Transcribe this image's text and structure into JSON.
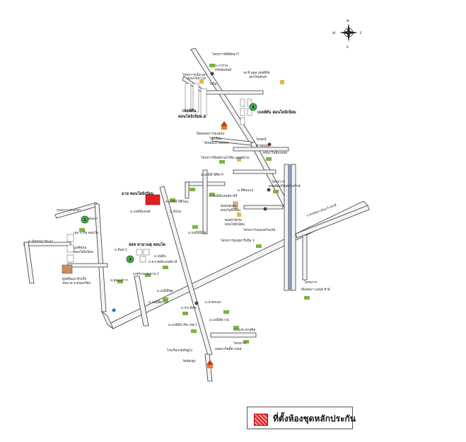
{
  "compass": {
    "n": "N",
    "s": "S",
    "e": "E",
    "w": "W"
  },
  "legend": {
    "label": "ที่ตั้งห้องชุดหลักประกัน",
    "color": "#e02020"
  },
  "markers": {
    "one": "1",
    "two": "2",
    "three": "3"
  },
  "labels": {
    "l01": "โครงการธิติพัทธาวี",
    "l02": "ม.ภาราล",
    "l03": "ทรัพย์อนันต์",
    "l04": "โครงการเอ็มเอลา",
    "l05": "คอนโดทาวน์",
    "l06": "เค.ที.พลูส เฮลท์ทิช",
    "l07": "อพาร์ทเม้นท์",
    "l08": "วิปไอ",
    "l09": "เบลล์ตัน",
    "l10": "คอนโดมิเนียม 2",
    "l11": "เบลล์ตัน คอนโดมิเนียม",
    "l12": "มิดคอนพ่าวรองสอน",
    "l13": "โรงเรียน",
    "l14": "วัดหอมเท่าสอยหง",
    "l15": "ไขสุพนี",
    "l16": "ค้าขุดนม",
    "l17": "คลีนาวินสิ่งแพทย",
    "l18": "โครงการปิยพ์สวนกัวพืน แอนด์ทาม",
    "l19": "ม.แฟมิลี่ พิศิษาร",
    "l20": "ม.ลีพิมมแป",
    "l21": "โครงการ",
    "l22": "ดอนพัฒน์วิมลบ้านรักษ์",
    "l23": "ม.แฟมิลี่แลนต์พาลั่ร์",
    "l24": "ม.แฟมิลี่ พิศิโฉน",
    "l25": "มาย คอนโดมิเนียม",
    "l26": "ม.แฟมิลี่แลนด์",
    "l27": "1,402ม.",
    "l28": "ซอยปลงคน",
    "l29": "คอนโดมิเนียม",
    "l30": "ซอยทามิเรย",
    "l31": "คอนโดมิเนียม",
    "l32": "โครงการบุปแอสโตเมีย",
    "l33": "ม.แฟมิลี่นิภิธ",
    "l34": "โครงการทุนทุหาริงมือ 3",
    "l35": "ถนนบาง ศาลายา",
    "l36": "ลอนนา",
    "l37": "เลอ ปารีส คอนโด",
    "l38": "ถ.วัมหกนาวชะนา",
    "l39": "บูนซ์ทุมน",
    "l40": "คอนโดมิเนียม",
    "l41": "ศูนย์พัฒนาตัวเด็ก",
    "l42": "ฟพบาล อ.ตนมปริศง",
    "l43": "ลลล ทามวนตุ คอนโด",
    "l44": "ม.อินุช 5",
    "l45": "ม.ดาเรดด์แลนด์พาส์",
    "l46": "ม.ปุ่นพิน",
    "l47": "เพชรเกม ซ.หาน 2",
    "l48": "ม.ธูพอ.ด้าวา",
    "l49": "ม.แฟมิลี่ชุด",
    "l50": "ม.แฟมิลี่ปาร์ค",
    "l51": "ม.สาครงนา",
    "l52": "ม.กระบิดต",
    "l53": "ม.แฟมิลี่ปาร์ค เฟส 5",
    "l54": "ม.แฟมิลี่ธาวน์",
    "l55": "ดอนประชาสุขิต",
    "l56": "โครงการ",
    "l57": "อพธพาริตติ้ค เพลส",
    "l58": "โรงเรียนวัดทัชสูโง",
    "l59": "วัดท้องสูง",
    "l60": "โครงการ",
    "l61": "พีพลดนา แลนด์ ฮ้าส์",
    "l62": "ก.พรศพนามันแก้วภักที"
  }
}
